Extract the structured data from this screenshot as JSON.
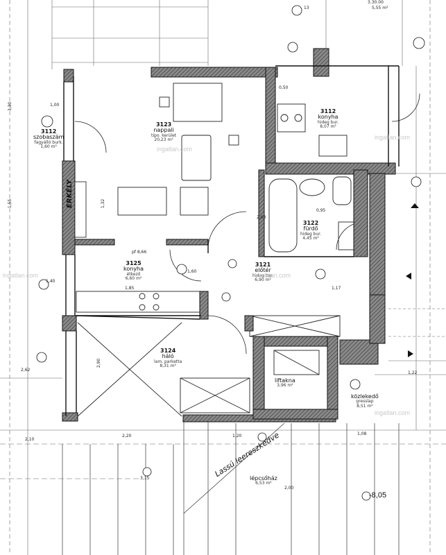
{
  "rooms": {
    "nappali": {
      "number": "3123",
      "name": "nappali",
      "sub": "tipo. kerület",
      "area": "20,23 m²"
    },
    "konyha_top": {
      "number": "3112",
      "name": "konyha",
      "sub": "hideg bur.",
      "area": "8,07 m²"
    },
    "konyha_etkezo": {
      "number": "3125",
      "name": "konyha",
      "sub": "étkező",
      "area": "6,60 m²"
    },
    "furdo": {
      "number": "3122",
      "name": "fürdő",
      "sub": "hideg bur.",
      "area": "4,45 m²"
    },
    "eloter": {
      "number": "3121",
      "name": "előtér",
      "sub": "hideg bur.",
      "area": "6,90 m²"
    },
    "halo": {
      "number": "3124",
      "name": "háló",
      "sub": "lam. parketta",
      "area": "8,31 m²"
    },
    "liftakna": {
      "name": "liftakna",
      "area": "3,96 m²"
    },
    "lepcsohaz": {
      "name": "lépcsőház",
      "area": "6,53 m²"
    },
    "szobaszam": {
      "number": "3112",
      "name": "szobaszám",
      "sub": "fagyálló burk.",
      "area": "1,60 m²"
    },
    "kozlekedo": {
      "name": "közlekedő",
      "sub": "gresslap",
      "area": "8,51 m²"
    }
  },
  "annotations": {
    "erkely_text": "ERKÉLY",
    "lift_text": "Lassú leereszkedve",
    "level_mark": "-8,05",
    "top_area": "5,55 m²",
    "top_num": "3.30.00",
    "floor_text": "pf 8,66",
    "wall_code": "13"
  },
  "dimensions": {
    "d_330": "3,30",
    "d_155": "1,55",
    "d_220": "2,20",
    "d_120": "1,20",
    "d_108": "1,08",
    "d_122": "1,22",
    "d_290": "2,90",
    "d_210": "2,10",
    "d_132": "1,32",
    "d_117": "1,17",
    "d_263": "2,63",
    "d_262": "2,62",
    "d_140": "1,40",
    "d_315": "3,15",
    "d_185": "1,85",
    "d_095": "0,95",
    "d_050": "0,50",
    "d_160": "1,60",
    "d_100": "1,00",
    "d_200": "2,00"
  },
  "watermark": "ingatlan.com"
}
